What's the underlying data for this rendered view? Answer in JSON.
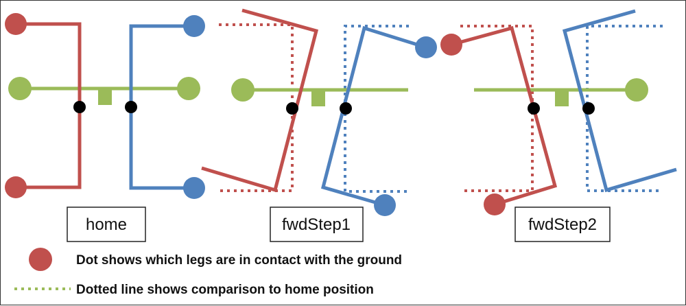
{
  "colors": {
    "red": "#c0504d",
    "blue": "#4f81bd",
    "green": "#9bbb59",
    "black": "#000000",
    "box_border": "#222222",
    "frame_border": "#333333"
  },
  "poses": [
    {
      "id": "home",
      "label": "home"
    },
    {
      "id": "fwdStep1",
      "label": "fwdStep1"
    },
    {
      "id": "fwdStep2",
      "label": "fwdStep2"
    }
  ],
  "legend": {
    "contact_text": "Dot shows which legs are in contact with the ground",
    "dotted_text": "Dotted line shows comparison to home position"
  }
}
